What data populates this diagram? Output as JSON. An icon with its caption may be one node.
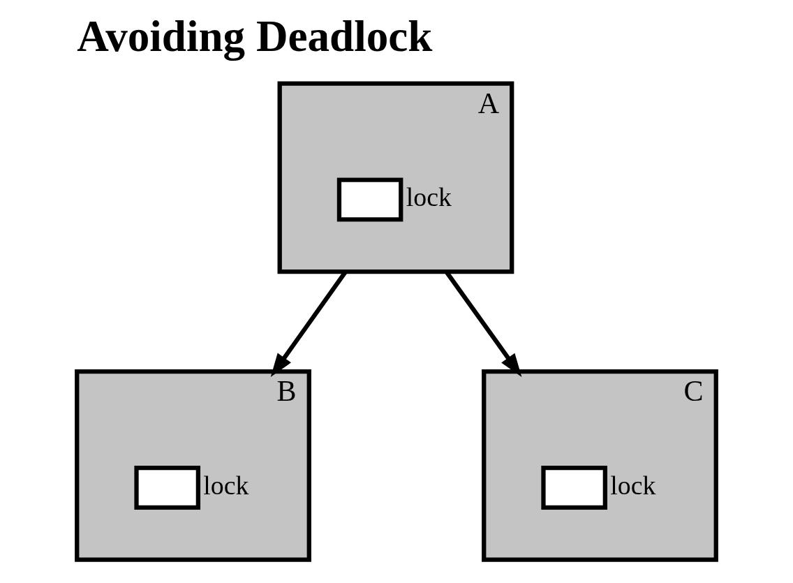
{
  "diagram": {
    "title": "Avoiding Deadlock",
    "nodes": [
      {
        "text": [
          "A"
        ]
      },
      {
        "text": [],
        "shape": "box",
        "in": 0,
        "beside": [
          "lock"
        ]
      },
      {
        "text": [
          "B"
        ]
      },
      {
        "text": [],
        "shape": "box",
        "in": 2,
        "beside": [
          "lock"
        ]
      },
      {
        "text": [
          "C"
        ]
      },
      {
        "text": [],
        "shape": "box",
        "in": 4,
        "beside": [
          "lock"
        ]
      }
    ],
    "edges": [
      {
        "from": 0,
        "to": 2,
        "arrow": "to"
      },
      {
        "from": 0,
        "to": 4,
        "arrow": "to"
      }
    ]
  }
}
